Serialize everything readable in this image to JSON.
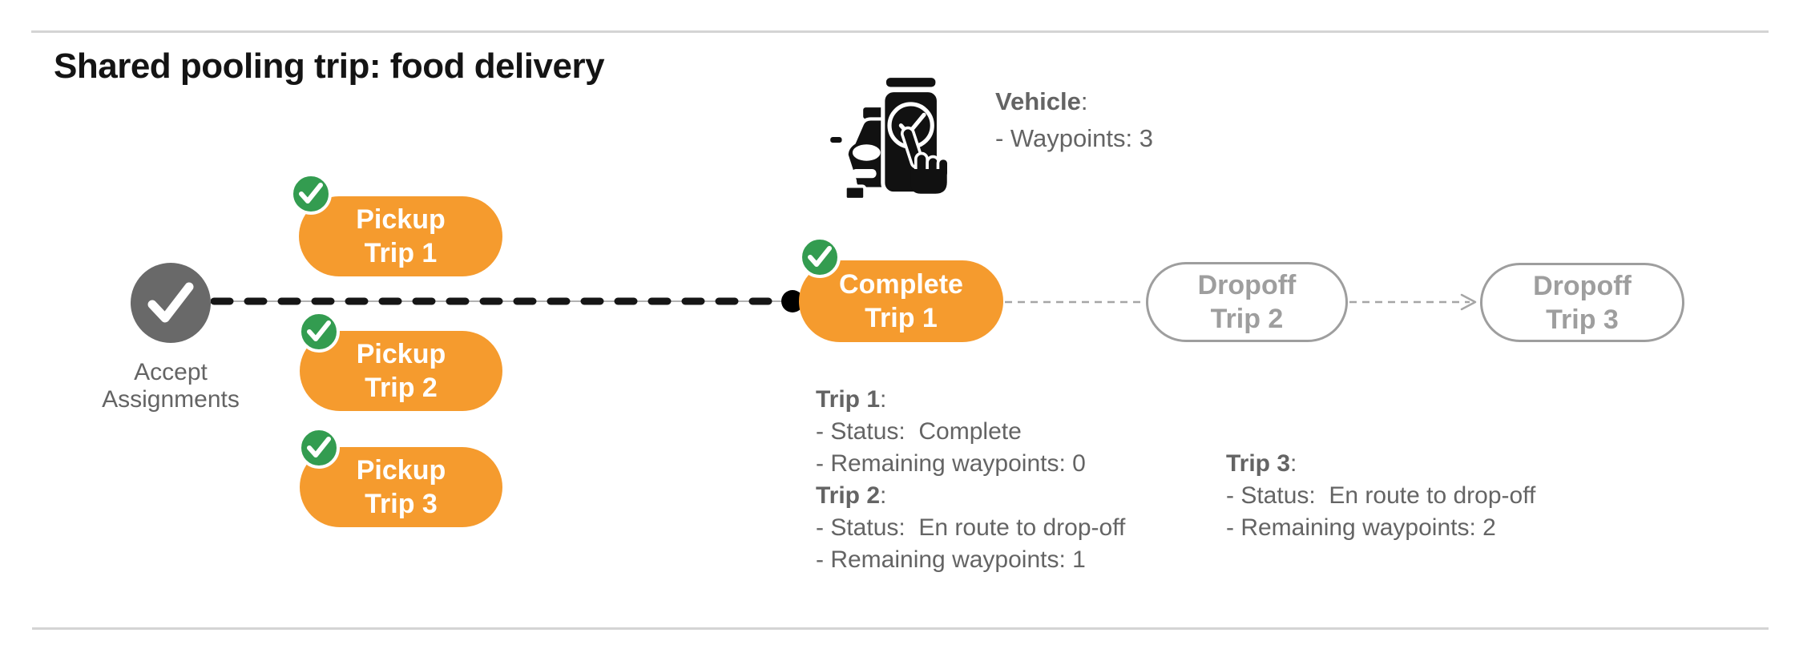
{
  "title": "Shared pooling trip: food delivery",
  "punct": {
    "colon": ":"
  },
  "vehicle": {
    "icon": "car-phone-check-icon",
    "label": "Vehicle",
    "waypoints": "- Waypoints: 3"
  },
  "flow": {
    "start": {
      "icon": "check-icon",
      "label_line1": "Accept",
      "label_line2": "Assignments"
    },
    "pickups": [
      {
        "badge_icon": "check-badge-icon",
        "line1": "Pickup",
        "line2": "Trip 1"
      },
      {
        "badge_icon": "check-badge-icon",
        "line1": "Pickup",
        "line2": "Trip 2"
      },
      {
        "badge_icon": "check-badge-icon",
        "line1": "Pickup",
        "line2": "Trip 3"
      }
    ],
    "complete": {
      "badge_icon": "check-badge-icon",
      "line1": "Complete",
      "line2": "Trip 1"
    },
    "dropoffs": [
      {
        "line1": "Dropoff",
        "line2": "Trip 2"
      },
      {
        "line1": "Dropoff",
        "line2": "Trip 3"
      }
    ],
    "connector_arrow_icon": "arrow-right-icon"
  },
  "trip_status": [
    {
      "label": "Trip 1",
      "lines": [
        "- Status:  Complete",
        "- Remaining waypoints: 0"
      ]
    },
    {
      "label": "Trip 2",
      "lines": [
        "- Status:  En route to drop-off",
        "- Remaining waypoints: 1"
      ]
    },
    {
      "label": "Trip 3",
      "lines": [
        "- Status:  En route to drop-off",
        "- Remaining waypoints: 2"
      ]
    }
  ],
  "colors": {
    "orange": "#F59B2E",
    "green": "#339C50",
    "start_gray": "#696969",
    "inactive_gray": "#9E9E9E",
    "text_gray": "#646464",
    "line_black": "#161616",
    "divider": "#D4D4D4"
  }
}
